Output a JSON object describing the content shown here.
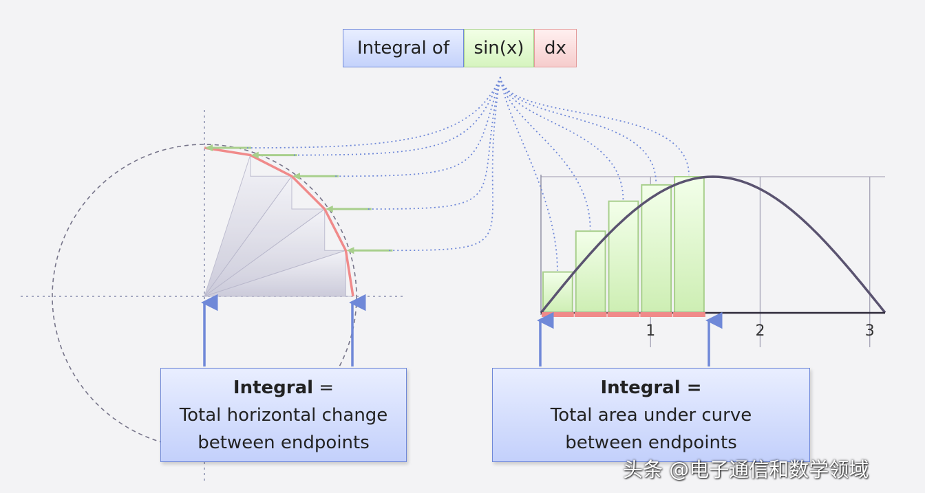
{
  "equation": {
    "integral_of": "Integral of",
    "function": "sin(x)",
    "differential": "dx"
  },
  "left_note": {
    "heading": "Integral",
    "equals": " =",
    "line1": "Total horizontal change",
    "line2": "between endpoints"
  },
  "right_note": {
    "heading": "Integral =",
    "line1": "Total area under curve",
    "line2": "between endpoints"
  },
  "chart_data": {
    "type": "bar",
    "function": "sin(x)",
    "xlim": [
      0,
      3.14
    ],
    "ylim": [
      0,
      1
    ],
    "x_ticks": [
      "1",
      "2",
      "3"
    ],
    "bars": [
      {
        "x0": 0.0,
        "x1": 0.3,
        "height": 0.3
      },
      {
        "x0": 0.3,
        "x1": 0.6,
        "height": 0.6
      },
      {
        "x0": 0.6,
        "x1": 0.9,
        "height": 0.82
      },
      {
        "x0": 0.9,
        "x1": 1.2,
        "height": 0.94
      },
      {
        "x0": 1.2,
        "x1": 1.5,
        "height": 1.0
      }
    ]
  },
  "colors": {
    "blue": "#6f88d8",
    "green": "#a8cf8c",
    "pink": "#f08a8a",
    "curve": "#5a5370"
  },
  "watermark": "头条 @电子通信和数学领域"
}
